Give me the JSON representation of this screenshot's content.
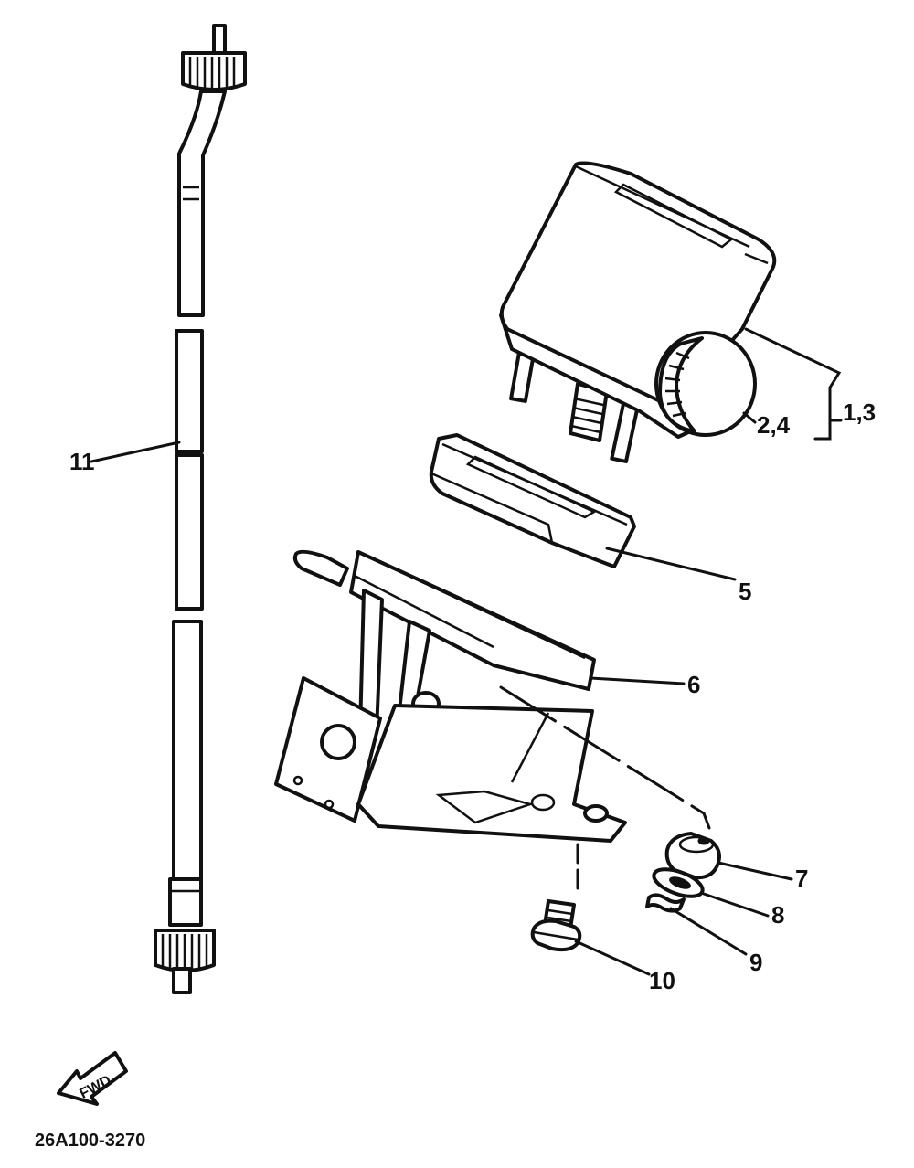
{
  "labels": {
    "speedometer_assy": "1,3",
    "knob": "2,4",
    "cover": "5",
    "bracket_top": "6",
    "damper": "7",
    "washer": "8",
    "clip": "9",
    "bolt": "10",
    "cable": "11"
  },
  "fwd_marker": "FWD",
  "diagram_code": "26A100-3270",
  "colors": {
    "ink": "#111111",
    "paper": "#ffffff"
  }
}
